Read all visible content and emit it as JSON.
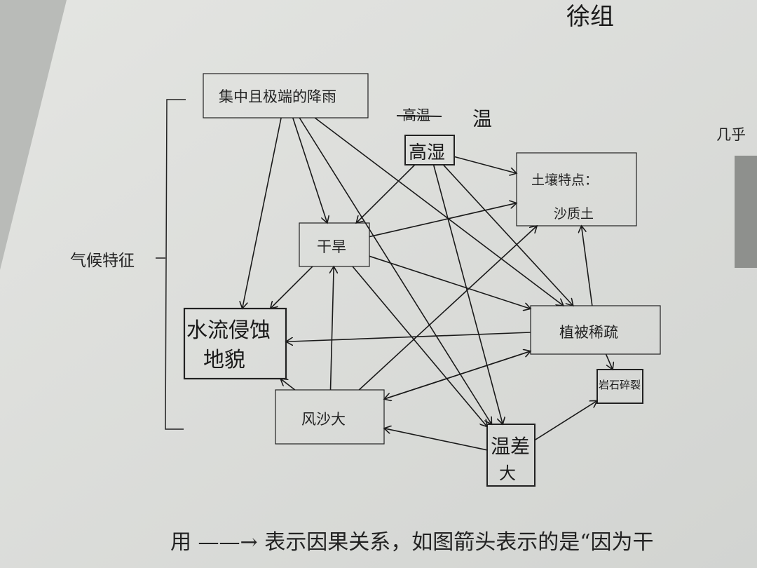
{
  "header": {
    "group_name": "徐组",
    "side_note": "几乎"
  },
  "bracket_label": "气候特征",
  "nodes": {
    "rain": {
      "label": "集中且极端的降雨"
    },
    "drought": {
      "label": "干旱"
    },
    "soil": {
      "label_line1": "土壤特点：",
      "label_line2": "沙质土"
    },
    "vegetation": {
      "label": "植被稀疏"
    },
    "erosion": {
      "label_line1": "水流侵蚀",
      "label_line2": "地貌"
    },
    "wind": {
      "label": "风沙大"
    },
    "humid": {
      "label": "高湿",
      "crossed_out": "高温",
      "correction": "温"
    },
    "tempdiff": {
      "label_line1": "温差",
      "label_line2": "大"
    },
    "rock": {
      "label": "岩石碎裂"
    }
  },
  "edges": [
    [
      "rain",
      "drought"
    ],
    [
      "rain",
      "erosion"
    ],
    [
      "rain",
      "vegetation"
    ],
    [
      "rain",
      "tempdiff"
    ],
    [
      "drought",
      "soil"
    ],
    [
      "drought",
      "vegetation"
    ],
    [
      "drought",
      "erosion"
    ],
    [
      "drought",
      "tempdiff"
    ],
    [
      "wind",
      "drought"
    ],
    [
      "wind",
      "erosion"
    ],
    [
      "wind",
      "soil"
    ],
    [
      "wind",
      "vegetation"
    ],
    [
      "humid",
      "soil"
    ],
    [
      "humid",
      "drought"
    ],
    [
      "humid",
      "tempdiff"
    ],
    [
      "humid",
      "vegetation"
    ],
    [
      "vegetation",
      "soil"
    ],
    [
      "vegetation",
      "erosion"
    ],
    [
      "vegetation",
      "wind"
    ],
    [
      "vegetation",
      "rock"
    ],
    [
      "tempdiff",
      "rock"
    ],
    [
      "tempdiff",
      "wind"
    ]
  ],
  "footer": {
    "instruction": "用 ——→ 表示因果关系，如图箭头表示的是“因为干"
  }
}
